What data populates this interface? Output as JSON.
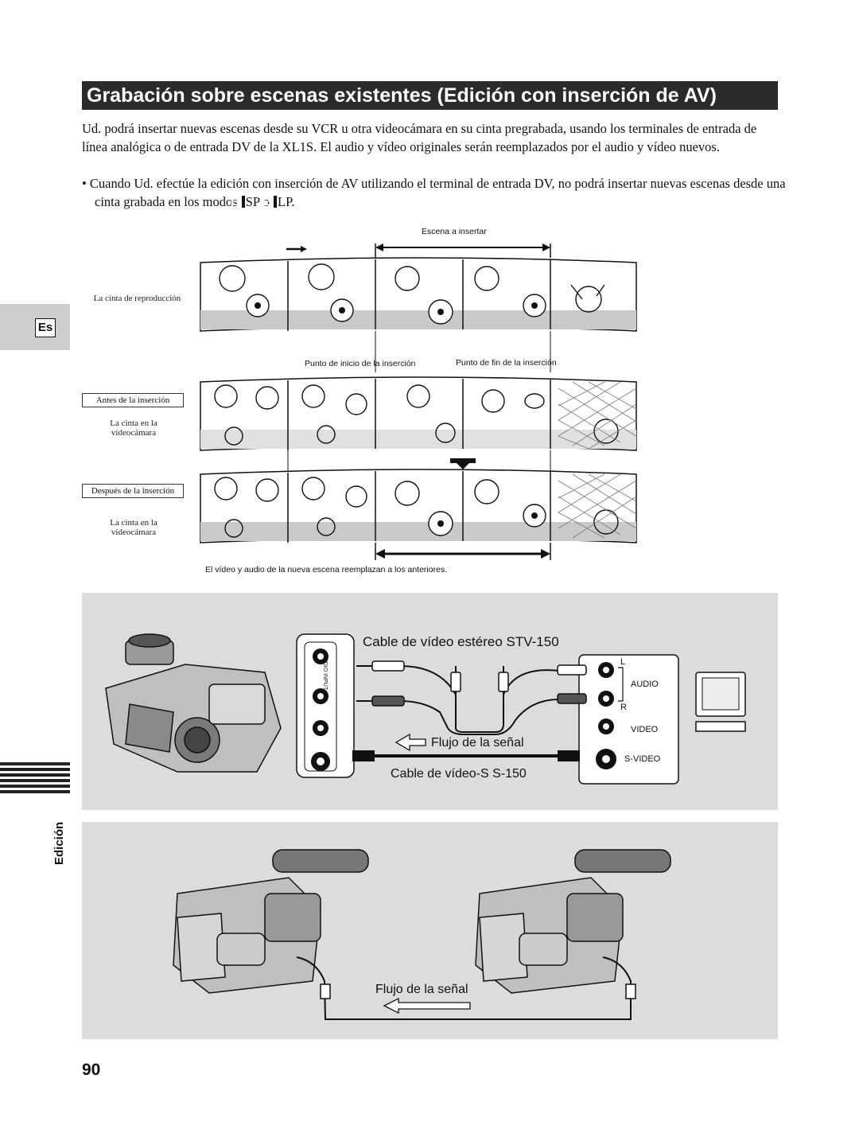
{
  "title": "Grabación sobre escenas existentes (Edición con inserción de AV)",
  "intro": "Ud. podrá insertar nuevas escenas desde su VCR u otra videocámara en su cinta pregrabada, usando los terminales de entrada de línea analógica o de entrada DV de la XL1S.  El audio y vídeo originales serán reemplazados por el audio y vídeo nuevos.",
  "bullet": {
    "mark": "•",
    "text_before": "Cuando Ud. efectúe la edición con inserción de AV utilizando el terminal de entrada DV, no podrá insertar nuevas escenas desde una cinta grabada en los modos ",
    "mode1_icon": "E",
    "mode1": "SP",
    "joiner": " o ",
    "mode2_icon": "E",
    "mode2": "LP."
  },
  "side_tab": {
    "label": "Es"
  },
  "side_label": "Edición",
  "tape_diagram": {
    "scene_to_insert": "Escena a insertar",
    "playback_tape": "La cinta de reproducción",
    "insert_start": "Punto de inicio de la inserción",
    "insert_end": "Punto de fin de la inserción",
    "before_insert": "Antes de la inserción",
    "camera_tape_1": "La cinta en la videocámara",
    "after_insert": "Después de la inserción",
    "camera_tape_2": "La cinta en la videocámara",
    "caption": "El vídeo y audio de la nueva escena reemplazan a los anteriores."
  },
  "connection_analog": {
    "stereo_cable": "Cable de vídeo estéreo STV-150",
    "signal_flow": "Flujo de la señal",
    "svideo_cable": "Cable de vídeo-S S-150",
    "jack_l": "L",
    "jack_audio": "AUDIO",
    "jack_r": "R",
    "jack_video": "VIDEO",
    "jack_svideo": "S-VIDEO",
    "cam_audio_label": "AUDIO INPUT"
  },
  "connection_dv": {
    "signal_flow": "Flujo de la señal"
  },
  "page_number": "90"
}
